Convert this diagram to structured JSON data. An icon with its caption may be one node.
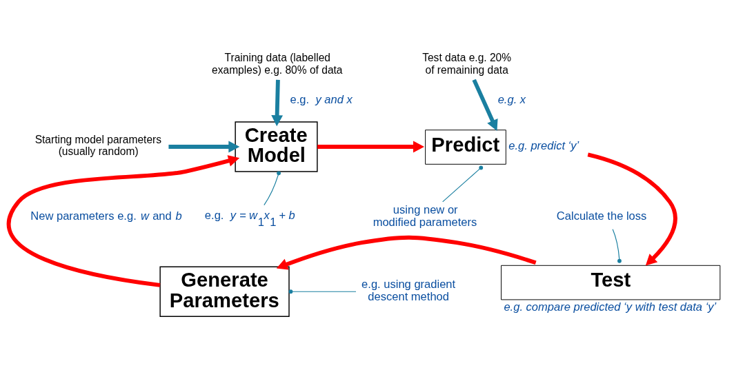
{
  "diagram": {
    "nodes": [
      {
        "text": [
          "Create Model"
        ]
      },
      {
        "text": [
          "Predict"
        ],
        "beside": [
          "*e.g. predict ‘y’*"
        ]
      },
      {
        "text": [
          "Test"
        ],
        "beside": [
          "*e.g. compare predicted ‘y with test data ‘y’*"
        ]
      },
      {
        "text": [
          "Generate Parameters"
        ]
      },
      {
        "text": [
          "Training data (labelled examples) e.g. 80% of data"
        ]
      },
      {
        "text": [
          "Test data e.g. 20% of remaining data"
        ]
      },
      {
        "text": [
          "Starting model parameters (usually random)"
        ]
      },
      {
        "text": [
          "e.g.  *y* = *w*$_{1}$*x*$_{1}$ + *b*"
        ]
      },
      {
        "text": [
          "using new or modified parameters"
        ]
      },
      {
        "text": [
          "Calculate the loss"
        ]
      },
      {
        "text": [
          "e.g. using gradient descent method"
        ]
      }
    ],
    "edges": [
      {
        "from": 0,
        "to": 1,
        "arrow": "to",
        "color": "#ff0000"
      },
      {
        "from": 1,
        "to": 2,
        "arrow": "to",
        "color": "#ff0000"
      },
      {
        "from": 2,
        "to": 3,
        "arrow": "to",
        "color": "#ff0000"
      },
      {
        "from": 3,
        "to": 0,
        "arrow": "to",
        "color": "#ff0000",
        "label": "New parameters e.g. *w* and *b*"
      },
      {
        "from": 4,
        "to": 0,
        "arrow": "to",
        "color": "#1a7fa0",
        "label": "e.g.  *y and x*"
      },
      {
        "from": 5,
        "to": 1,
        "arrow": "to",
        "color": "#1a7fa0",
        "label": "*e.g. x*"
      },
      {
        "from": 6,
        "to": 0,
        "arrow": "to",
        "color": "#1a7fa0"
      },
      {
        "from": 7,
        "to": 0,
        "arrow": "other",
        "color": "#1a7fa0"
      },
      {
        "from": 8,
        "to": 1,
        "arrow": "other",
        "color": "#1a7fa0"
      },
      {
        "from": 9,
        "to": 2,
        "arrow": "other",
        "color": "#1a7fa0"
      },
      {
        "from": 10,
        "to": 3,
        "arrow": "other",
        "color": "#1a7fa0"
      }
    ]
  }
}
